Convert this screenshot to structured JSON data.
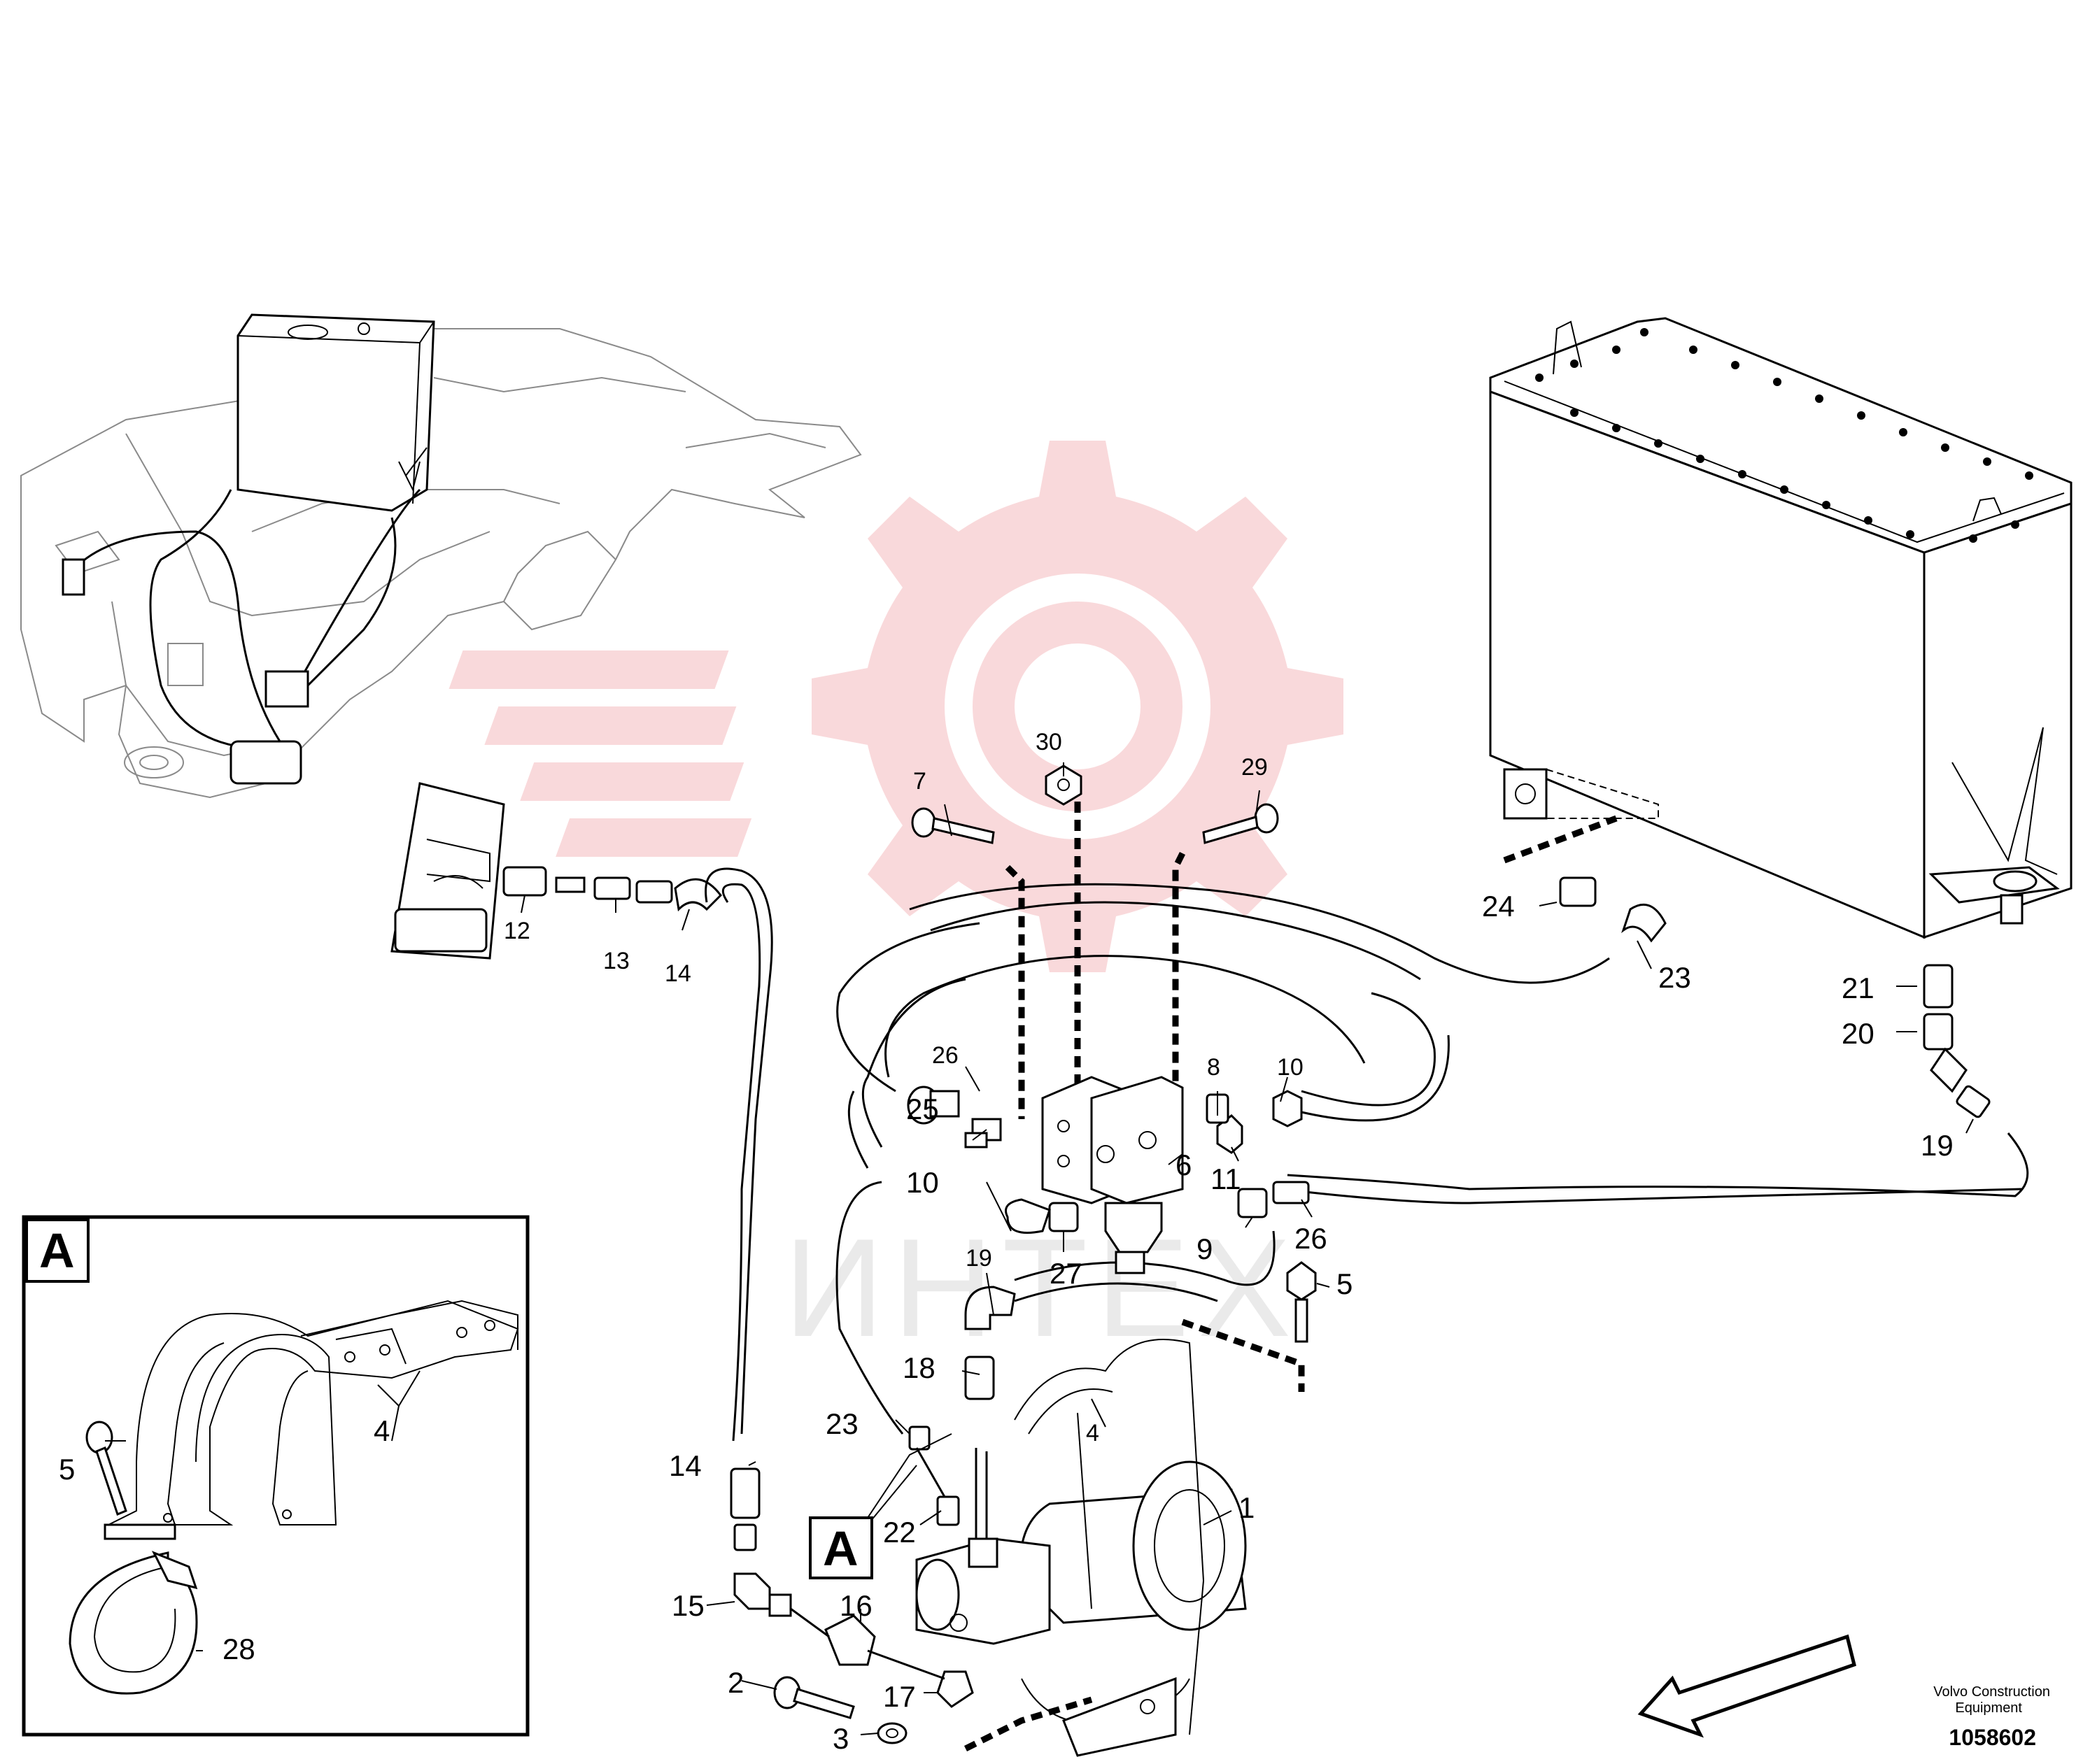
{
  "callouts": [
    {
      "id": "c1",
      "text": "1"
    },
    {
      "id": "c2",
      "text": "2"
    },
    {
      "id": "c3",
      "text": "3"
    },
    {
      "id": "c4",
      "text": "4"
    },
    {
      "id": "c4b",
      "text": "4"
    },
    {
      "id": "c5",
      "text": "5"
    },
    {
      "id": "c5b",
      "text": "5"
    },
    {
      "id": "c6",
      "text": "6"
    },
    {
      "id": "c7",
      "text": "7"
    },
    {
      "id": "c8",
      "text": "8"
    },
    {
      "id": "c9",
      "text": "9"
    },
    {
      "id": "c10a",
      "text": "10"
    },
    {
      "id": "c10b",
      "text": "10"
    },
    {
      "id": "c11",
      "text": "11"
    },
    {
      "id": "c12",
      "text": "12"
    },
    {
      "id": "c13",
      "text": "13"
    },
    {
      "id": "c14a",
      "text": "14"
    },
    {
      "id": "c14b",
      "text": "14"
    },
    {
      "id": "c15",
      "text": "15"
    },
    {
      "id": "c16",
      "text": "16"
    },
    {
      "id": "c17",
      "text": "17"
    },
    {
      "id": "c18",
      "text": "18"
    },
    {
      "id": "c19a",
      "text": "19"
    },
    {
      "id": "c19b",
      "text": "19"
    },
    {
      "id": "c20",
      "text": "20"
    },
    {
      "id": "c21",
      "text": "21"
    },
    {
      "id": "c22",
      "text": "22"
    },
    {
      "id": "c23a",
      "text": "23"
    },
    {
      "id": "c23b",
      "text": "23"
    },
    {
      "id": "c24",
      "text": "24"
    },
    {
      "id": "c25",
      "text": "25"
    },
    {
      "id": "c26a",
      "text": "26"
    },
    {
      "id": "c26b",
      "text": "26"
    },
    {
      "id": "c27",
      "text": "27"
    },
    {
      "id": "c28",
      "text": "28"
    },
    {
      "id": "c29",
      "text": "29"
    },
    {
      "id": "c30",
      "text": "30"
    }
  ],
  "inset": {
    "letter": "A"
  },
  "detail_marker": {
    "letter": "A"
  },
  "watermark": {
    "text": "ИНТЕХ"
  },
  "footer": {
    "company_line1": "Volvo Construction",
    "company_line2": "Equipment",
    "drawing_number": "1058602"
  }
}
